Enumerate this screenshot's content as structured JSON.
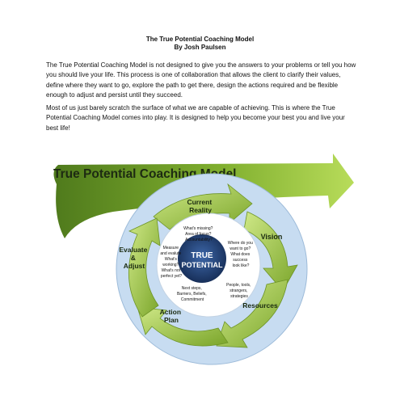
{
  "document": {
    "title": "The True Potential Coaching Model",
    "author": "By Josh Paulsen",
    "paragraphs": [
      "The True Potential Coaching Model is not designed to give you the answers to your problems or tell you how you should live your life. This process is one of collaboration that allows the client to clarify their values, define where they want to go, explore the path to get there, design the actions required and be flexible enough to adjust and persist until they succeed.",
      "Most of us just barely scratch the surface of what we are capable of achieving. This is where the True Potential Coaching Model comes into play. It is designed to help you become your best you and live your best life!"
    ]
  },
  "diagram": {
    "banner": "True Potential Coaching Model",
    "center": "TRUE POTENTIAL",
    "stages": {
      "current_reality": [
        "Current",
        "Reality"
      ],
      "vision": [
        "Vision"
      ],
      "resources": [
        "Resources"
      ],
      "action_plan": [
        "Action",
        "Plan"
      ],
      "evaluate_adjust": [
        "Evaluate",
        "&",
        "Adjust"
      ]
    },
    "questions": {
      "current_reality": [
        "What's missing?",
        "Area of focus?",
        "Accountability?"
      ],
      "vision": [
        "Where do you",
        "want to go?",
        "What does",
        "success",
        "look like?"
      ],
      "resources": [
        "People, tools,",
        "strangers,",
        "strategies"
      ],
      "action_plan": [
        "Next steps,",
        "Barriers, Beliefs,",
        "Commitment"
      ],
      "evaluate_adjust": [
        "Measure",
        "and evalute",
        "What's",
        "working?",
        "What's not",
        "perfect yet?"
      ]
    },
    "colors": {
      "dark_green": "#4f7a1c",
      "light_green": "#a9cf45",
      "ring_blue": "#b9d3ee",
      "center_navy": "#1f3b6e"
    }
  }
}
